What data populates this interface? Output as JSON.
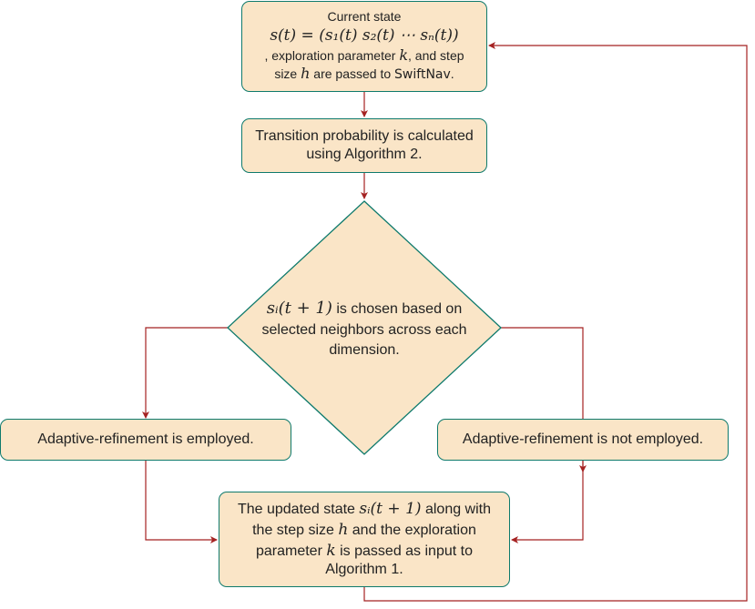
{
  "nodes": {
    "start": {
      "line1": "Current state",
      "formula": "s(t) = (s₁(t) s₂(t) ⋯ sₙ(t))",
      "line3_pre": ", exploration parameter ",
      "line3_var": "k",
      "line3_post": ", and step",
      "line4_pre": "size ",
      "line4_var": "h",
      "line4_mid": " are passed to ",
      "line4_name": "SwiftNav",
      "line4_end": "."
    },
    "transition": {
      "text": "Transition probability is calculated using Algorithm 2."
    },
    "decision": {
      "var": "sᵢ(t + 1)",
      "text_a": " is chosen based on",
      "text_b": "selected neighbors across each",
      "text_c": "dimension."
    },
    "left": {
      "text": "Adaptive-refinement is employed."
    },
    "right": {
      "text": "Adaptive-refinement is not employed."
    },
    "final": {
      "l1_pre": "The updated state ",
      "l1_var": "sᵢ(t + 1)",
      "l1_post": " along with",
      "l2_pre": "the step size ",
      "l2_var": "h",
      "l2_post": " and the exploration",
      "l3_pre": "parameter ",
      "l3_var": "k",
      "l3_post": " is passed as input to",
      "l4": "Algorithm 1."
    }
  },
  "colors": {
    "fill": "#fae5c7",
    "border": "#0e7a6c",
    "arrow": "#a52222",
    "text": "#222222"
  }
}
